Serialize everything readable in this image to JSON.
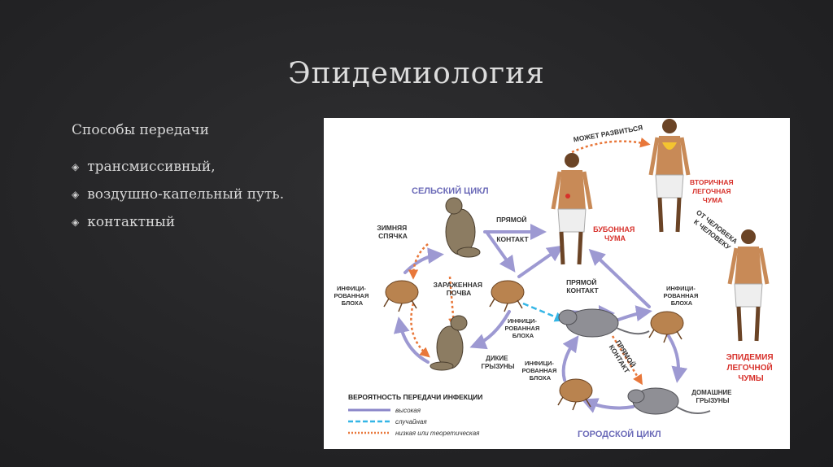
{
  "slide": {
    "title": "Эпидемиология",
    "subtitle": "Способы передачи",
    "bullets": [
      "трансмиссивный,",
      "воздушно-капельный путь.",
      "контактный"
    ]
  },
  "diagram": {
    "rural_cycle": "СЕЛЬСКИЙ ЦИКЛ",
    "urban_cycle": "ГОРОДСКОЙ ЦИКЛ",
    "hibernation": [
      "ЗИМНЯЯ",
      "СПЯЧКА"
    ],
    "infected_soil": [
      "ЗАРАЖЕННАЯ",
      "ПОЧВА"
    ],
    "infected_flea_left": [
      "ИНФИЦИ-",
      "РОВАННАЯ",
      "БЛОХА"
    ],
    "infected_flea_mid": [
      "ИНФИЦИ-",
      "РОВАННАЯ",
      "БЛОХА"
    ],
    "infected_flea_right": [
      "ИНФИЦИ-",
      "РОВАННАЯ",
      "БЛОХА"
    ],
    "infected_flea_bottom": [
      "ИНФИЦИ-",
      "РОВАННАЯ",
      "БЛОХА"
    ],
    "wild_rodents": [
      "ДИКИЕ",
      "ГРЫЗУНЫ"
    ],
    "domestic_rodents": [
      "ДОМАШНИЕ",
      "ГРЫЗУНЫ"
    ],
    "direct_contact_top": [
      "ПРЯМОЙ",
      "КОНТАКТ"
    ],
    "direct_contact_mid": [
      "ПРЯМОЙ",
      "КОНТАКТ"
    ],
    "direct_contact_diag": [
      "ПРЯМОЙ",
      "КОНТАКТ"
    ],
    "bubonic_plague": [
      "БУБОННАЯ",
      "ЧУМА"
    ],
    "may_develop": "МОЖЕТ РАЗВИТЬСЯ",
    "secondary_pneumonic": [
      "ВТОРИЧНАЯ",
      "ЛЕГОЧНАЯ",
      "ЧУМА"
    ],
    "person_to_person": [
      "ОТ ЧЕЛОВЕКА",
      "К ЧЕЛОВЕКУ"
    ],
    "pneumonic_epidemic": [
      "ЭПИДЕМИЯ",
      "ЛЕГОЧНОЙ",
      "ЧУМЫ"
    ],
    "legend": {
      "title": "ВЕРОЯТНОСТЬ ПЕРЕДАЧИ ИНФЕКЦИИ",
      "items": [
        {
          "label": "высокая",
          "color": "#8b87c9",
          "style": "solid"
        },
        {
          "label": "случайная",
          "color": "#35b6e6",
          "style": "dashed"
        },
        {
          "label": "низкая или теоретическая",
          "color": "#e8773a",
          "style": "dotted"
        }
      ]
    },
    "colors": {
      "primary_arrow": "#9d99d2",
      "accidental_arrow": "#35b6e6",
      "low_arrow": "#e8773a",
      "cycle_label": "#6b6ab8",
      "plague_label": "#d7312b"
    }
  }
}
